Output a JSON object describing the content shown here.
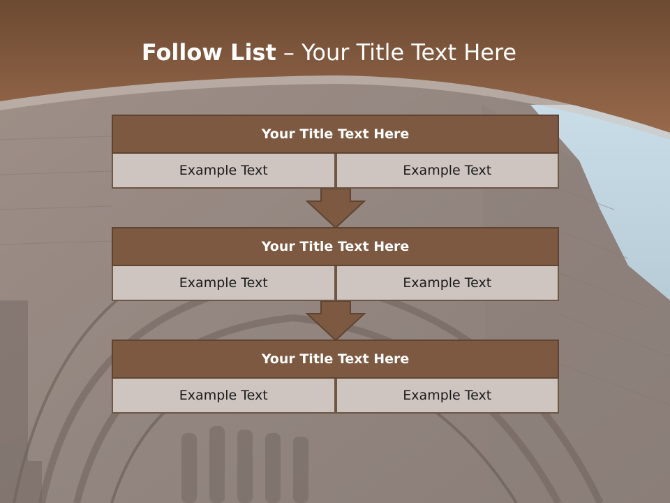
{
  "title": {
    "bold": "Follow List",
    "rest": " – Your Title Text Here"
  },
  "blocks": [
    {
      "header": "Your Title Text Here",
      "left": "Example Text",
      "right": "Example Text"
    },
    {
      "header": "Your Title Text Here",
      "left": "Example Text",
      "right": "Example Text"
    },
    {
      "header": "Your Title Text Here",
      "left": "Example Text",
      "right": "Example Text"
    }
  ],
  "colors": {
    "header_fill": "#7c5940",
    "cell_fill": "#cec4c0",
    "arrow_fill": "#7c5940",
    "band": "#8a6446"
  },
  "icons": [
    "down-arrow-icon"
  ]
}
